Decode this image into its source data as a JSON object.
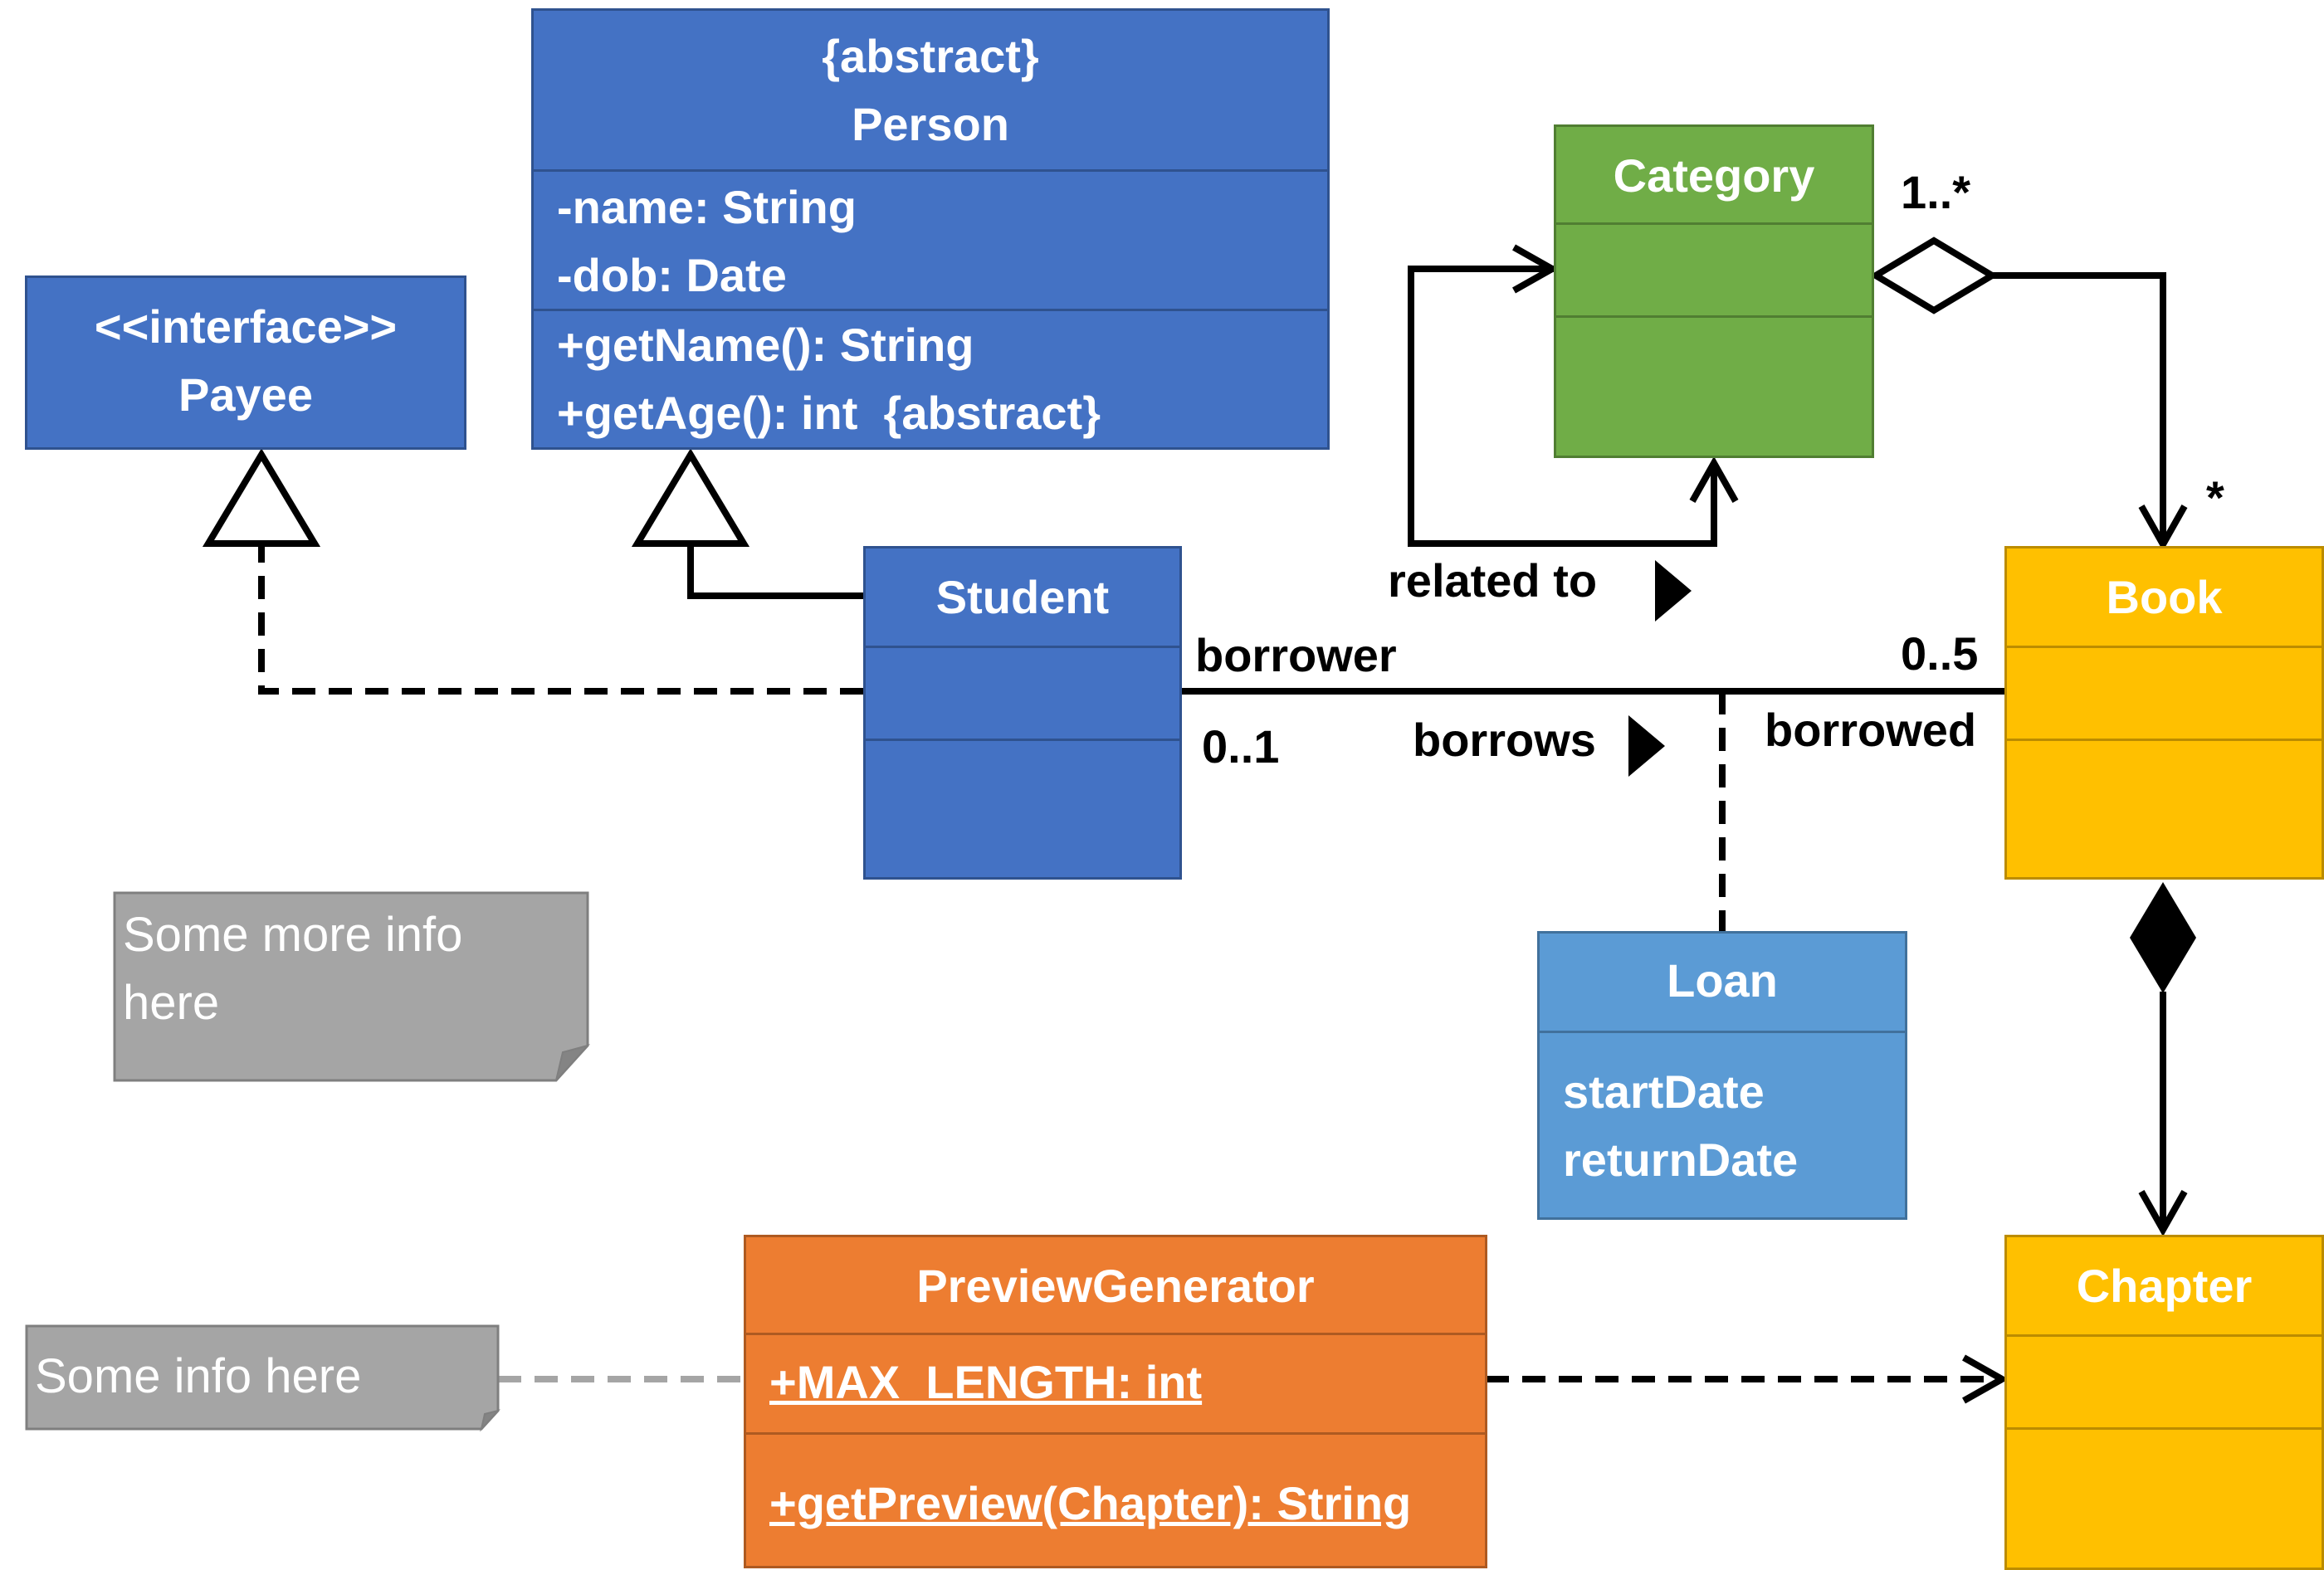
{
  "colors": {
    "blue": "#4472c4",
    "light_blue": "#5b9bd5",
    "green": "#70ad47",
    "gold": "#ffc000",
    "orange": "#ed7d31",
    "note_gray": "#a5a5a5"
  },
  "classes": {
    "person": {
      "stereotype": "{abstract}",
      "name": "Person",
      "attributes": [
        "-name: String",
        "-dob: Date"
      ],
      "operations": [
        "+getName(): String",
        "+getAge(): int  {abstract}"
      ]
    },
    "payee": {
      "stereotype": "<<interface>>",
      "name": "Payee"
    },
    "category": {
      "name": "Category"
    },
    "student": {
      "name": "Student"
    },
    "book": {
      "name": "Book"
    },
    "loan": {
      "name": "Loan",
      "attributes": [
        "startDate",
        "returnDate"
      ]
    },
    "chapter": {
      "name": "Chapter"
    },
    "preview_generator": {
      "name": "PreviewGenerator",
      "attributes": [
        "+MAX_LENGTH: int"
      ],
      "operations": [
        "+getPreview(Chapter): String"
      ]
    }
  },
  "labels": {
    "category_multiplicity": "1..*",
    "book_multiplicity": "*",
    "related_to": "related to",
    "borrower": "borrower",
    "borrower_multiplicity": "0..1",
    "borrows": "borrows",
    "borrowed_multiplicity": "0..5",
    "borrowed": "borrowed"
  },
  "notes": {
    "more_info": "Some more info here",
    "info": "Some info here"
  }
}
